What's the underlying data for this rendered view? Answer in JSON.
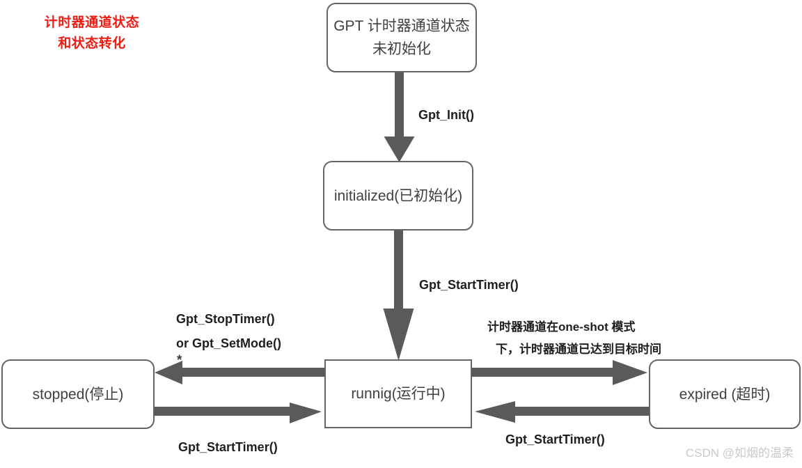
{
  "title": {
    "line1": "计时器通道状态",
    "line2": "和状态转化",
    "color": "#ee1c13"
  },
  "states": {
    "uninitialized": "GPT 计时器通道状态\n未初始化",
    "uninitialized_line1": "GPT 计时器通道状态",
    "uninitialized_line2": "未初始化",
    "initialized": "initialized(已初始化)",
    "running": "runnig(运行中)",
    "stopped": "stopped(停止)",
    "expired": "expired (超时)"
  },
  "transitions": {
    "init": "Gpt_Init()",
    "start_timer": "Gpt_StartTimer()",
    "stop_timer": "Gpt_StopTimer()",
    "set_mode": "or Gpt_SetMode()",
    "one_shot_line1": "计时器通道在one-shot 模式",
    "one_shot_line2": "下，计时器通道已达到目标时间",
    "start_timer_bottom_left": "Gpt_StartTimer()",
    "start_timer_bottom_right": "Gpt_StartTimer()",
    "asterisk_marker": "*"
  },
  "watermark": "CSDN @如烟的温柔",
  "colors": {
    "box_border": "#646464",
    "box_text": "#3f3f3f",
    "arrow": "#5a5a5a",
    "label_text": "#1e1e1e",
    "title": "#ee1c13",
    "watermark": "#c9c9c9",
    "background": "#ffffff"
  }
}
